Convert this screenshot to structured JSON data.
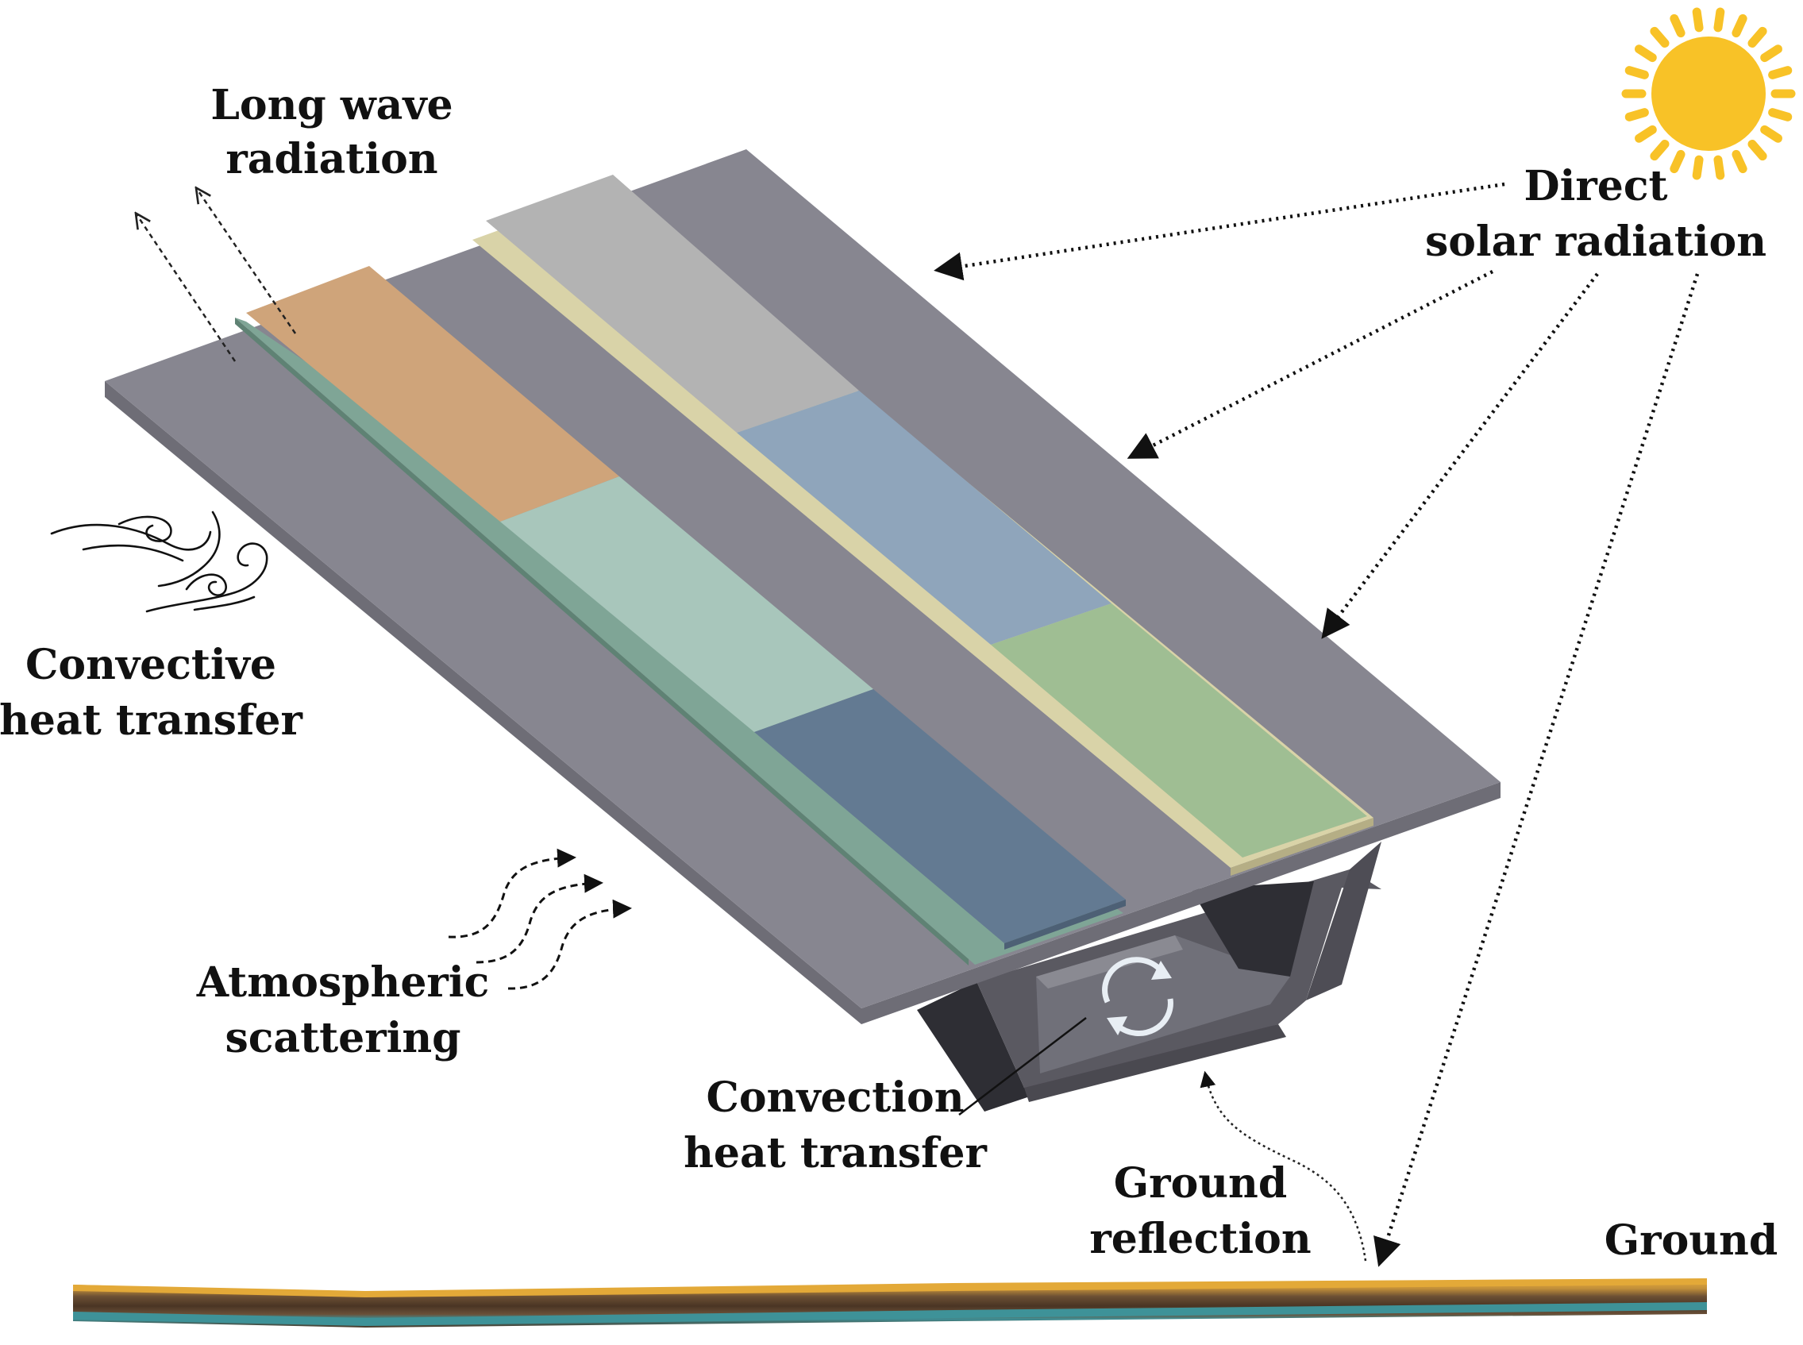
{
  "labels": {
    "long_wave_line1": "Long wave",
    "long_wave_line2": "radiation",
    "direct_line1": "Direct",
    "direct_line2": "solar radiation",
    "convective_line1": "Convective",
    "convective_line2": "heat transfer",
    "atmospheric_line1": "Atmospheric",
    "atmospheric_line2": "scattering",
    "convection_line1": "Convection",
    "convection_line2": "heat transfer",
    "ground_reflection_line1": "Ground",
    "ground_reflection_line2": "reflection",
    "ground": "Ground"
  },
  "colors": {
    "deck_top": "#878690",
    "deck_edge": "#6e6d76",
    "girder_dark": "#2e2e34",
    "girder_side": "#55545c",
    "girder_inner": "#6d6c75",
    "panel_orange": "#cfa47a",
    "panel_mint": "#a8c6bb",
    "panel_slate": "#637a92",
    "panel_gray": "#b3b3b3",
    "panel_blue": "#8fa5bb",
    "panel_green": "#9fbe93",
    "panel_base_green": "#7fa596",
    "panel_base_cream": "#d9d3a8",
    "sun": "#f8c227",
    "ground_top": "#e3a938",
    "ground_soil": "#5e4630",
    "ground_water": "#3e9298"
  }
}
